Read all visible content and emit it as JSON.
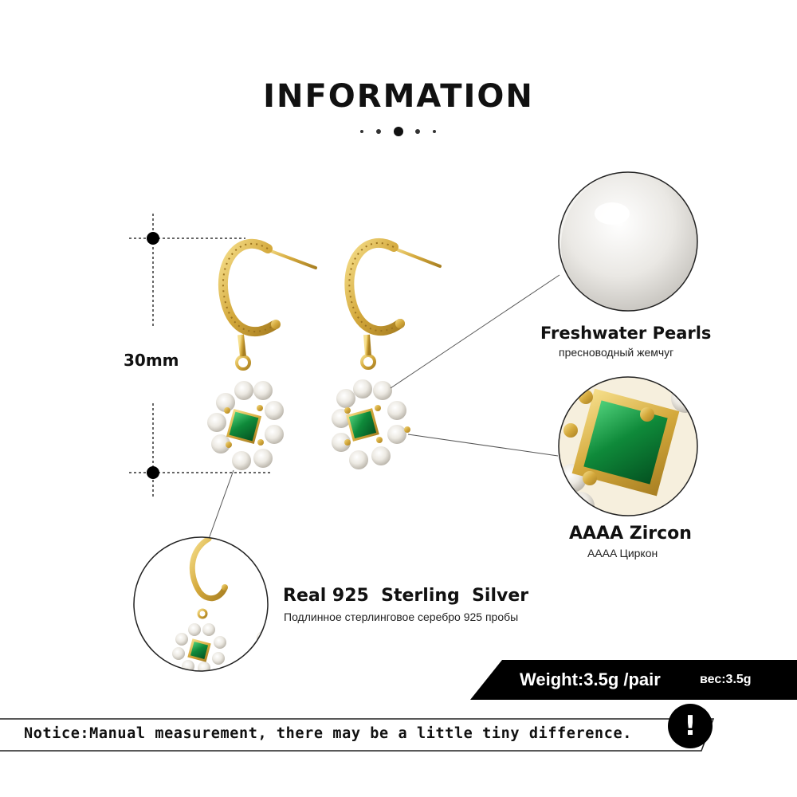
{
  "header": {
    "title": "INFORMATION"
  },
  "measurement": {
    "height_label": "30mm"
  },
  "features": {
    "pearls": {
      "title": "Freshwater Pearls",
      "subtitle": "пресноводный жемчуг"
    },
    "zircon": {
      "title": "AAAA Zircon",
      "subtitle": "AAAA Циркон"
    },
    "silver": {
      "title": "Real 925  Sterling  Silver",
      "subtitle": "Подлинное стерлинговое серебро 925 пробы"
    }
  },
  "weight": {
    "main": "Weight:3.5g /pair",
    "ru": "вес:3.5g"
  },
  "notice": {
    "text": "Notice:Manual measurement, there may be a little tiny difference.",
    "icon": "exclamation-icon",
    "icon_glyph": "!"
  },
  "colors": {
    "gold": "#d9b64f",
    "emerald": "#0f8a3a",
    "pearl": "#f3f1ec",
    "black": "#000000"
  }
}
